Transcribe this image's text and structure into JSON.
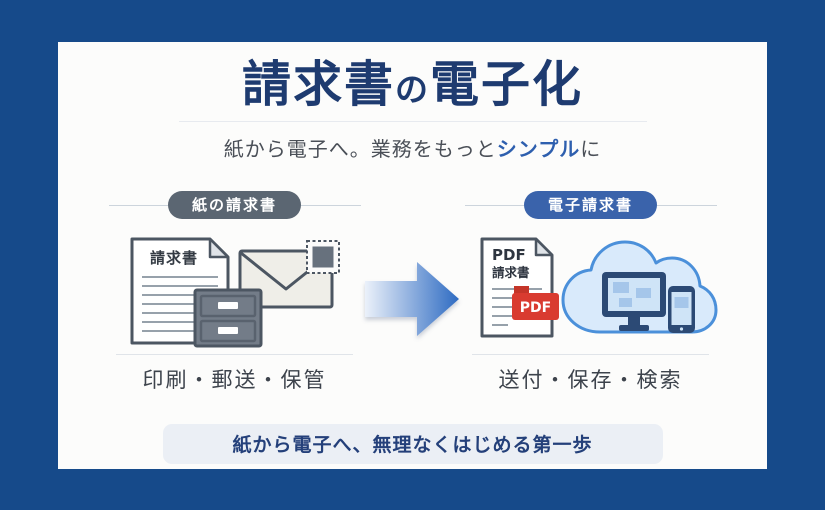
{
  "page": {
    "frame_color": "#164a8a",
    "card_color": "#fcfcfb"
  },
  "title": {
    "part1": "請求書",
    "particle": "の",
    "part2": "電子化",
    "color": "#1e3b70"
  },
  "subtitle": {
    "pre": "紙から電子へ。業務をもっと",
    "highlight": "シンプル",
    "post": "に",
    "text_color": "#4a4f57",
    "highlight_color": "#2e5fae"
  },
  "sections": {
    "left": {
      "badge_label": "紙の請求書",
      "badge_color": "#5b6672",
      "caption": "印刷・郵送・保管",
      "paper_title": "請求書",
      "icons": [
        "invoice-paper-icon",
        "envelope-with-stamp-icon",
        "filing-cabinet-icon"
      ]
    },
    "right": {
      "badge_label": "電子請求書",
      "badge_color": "#3a63ab",
      "caption": "送付・保存・検索",
      "doc_line1": "PDF",
      "doc_line2": "請求書",
      "pdf_badge": "PDF",
      "pdf_badge_color": "#d93b30",
      "icons": [
        "pdf-document-icon",
        "cloud-devices-icon"
      ]
    }
  },
  "arrow": {
    "direction": "right",
    "gradient_from": "#ebf1fa",
    "gradient_to": "#2e6bc2"
  },
  "banner": {
    "text": "紙から電子へ、無理なくはじめる第一歩",
    "bg_color": "#ebeff5",
    "text_color": "#24407a"
  }
}
